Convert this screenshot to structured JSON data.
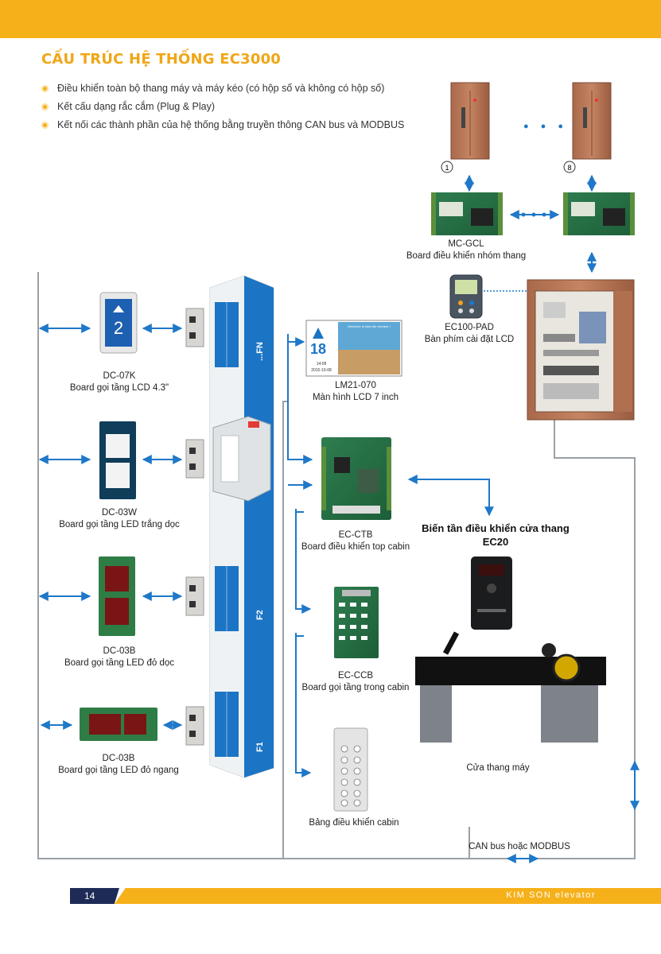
{
  "title": "CẤU TRÚC HỆ THỐNG EC3000",
  "features": [
    "Điều khiển toàn bộ thang máy và máy kéo (có hộp số và không có hộp số)",
    "Kết cấu dạng rắc cắm (Plug & Play)",
    "Kết nối các thành phần của hệ thống bằng truyền thông CAN bus và MODBUS"
  ],
  "cabinets": {
    "first": "1",
    "last": "8",
    "ellipsis": "● ● ●"
  },
  "components": {
    "mc_gcl": {
      "code": "MC-GCL",
      "desc": "Board điều khiển nhóm thang"
    },
    "ec100_pad": {
      "code": "EC100-PAD",
      "desc": "Bàn phím cài đặt LCD"
    },
    "dc_07k": {
      "code": "DC-07K",
      "desc": "Board gọi tầng LCD 4.3\""
    },
    "dc_03w": {
      "code": "DC-03W",
      "desc": "Board gọi tầng LED trắng dọc"
    },
    "dc_03b_v": {
      "code": "DC-03B",
      "desc": "Board gọi tầng LED đỏ dọc"
    },
    "dc_03b_h": {
      "code": "DC-03B",
      "desc": "Board gọi tầng LED đỏ ngang"
    },
    "lm21_070": {
      "code": "LM21-070",
      "desc": "Màn hình LCD 7 inch"
    },
    "ec_ctb": {
      "code": "EC-CTB",
      "desc": "Board điều khiển top cabin"
    },
    "ec_ccb": {
      "code": "EC-CCB",
      "desc": "Board gọi tầng trong cabin"
    },
    "cabin_panel": {
      "desc": "Bảng điều khiển cabin"
    },
    "door": {
      "desc": "Cửa thang máy"
    },
    "ec20": {
      "title": "Biến tần điều khiển cửa thang",
      "code": "EC20"
    }
  },
  "lcd_screen": {
    "floor": "18",
    "banner": "Welcome to take the elevator !",
    "clock": "14:08",
    "date": "2015-10-08"
  },
  "indicator_digit": "2",
  "shaft_floors": [
    "...FN",
    "F2",
    "F1"
  ],
  "bus_label": "CAN bus hoặc MODBUS",
  "footer": {
    "page": "14",
    "brand": "KIM SON elevator"
  },
  "colors": {
    "brand_orange": "#f6b01a",
    "arrow_blue": "#1f78c8",
    "shaft_blue": "#1c74c4",
    "line_gray": "#9aa0a6",
    "navy": "#1f2b57"
  }
}
